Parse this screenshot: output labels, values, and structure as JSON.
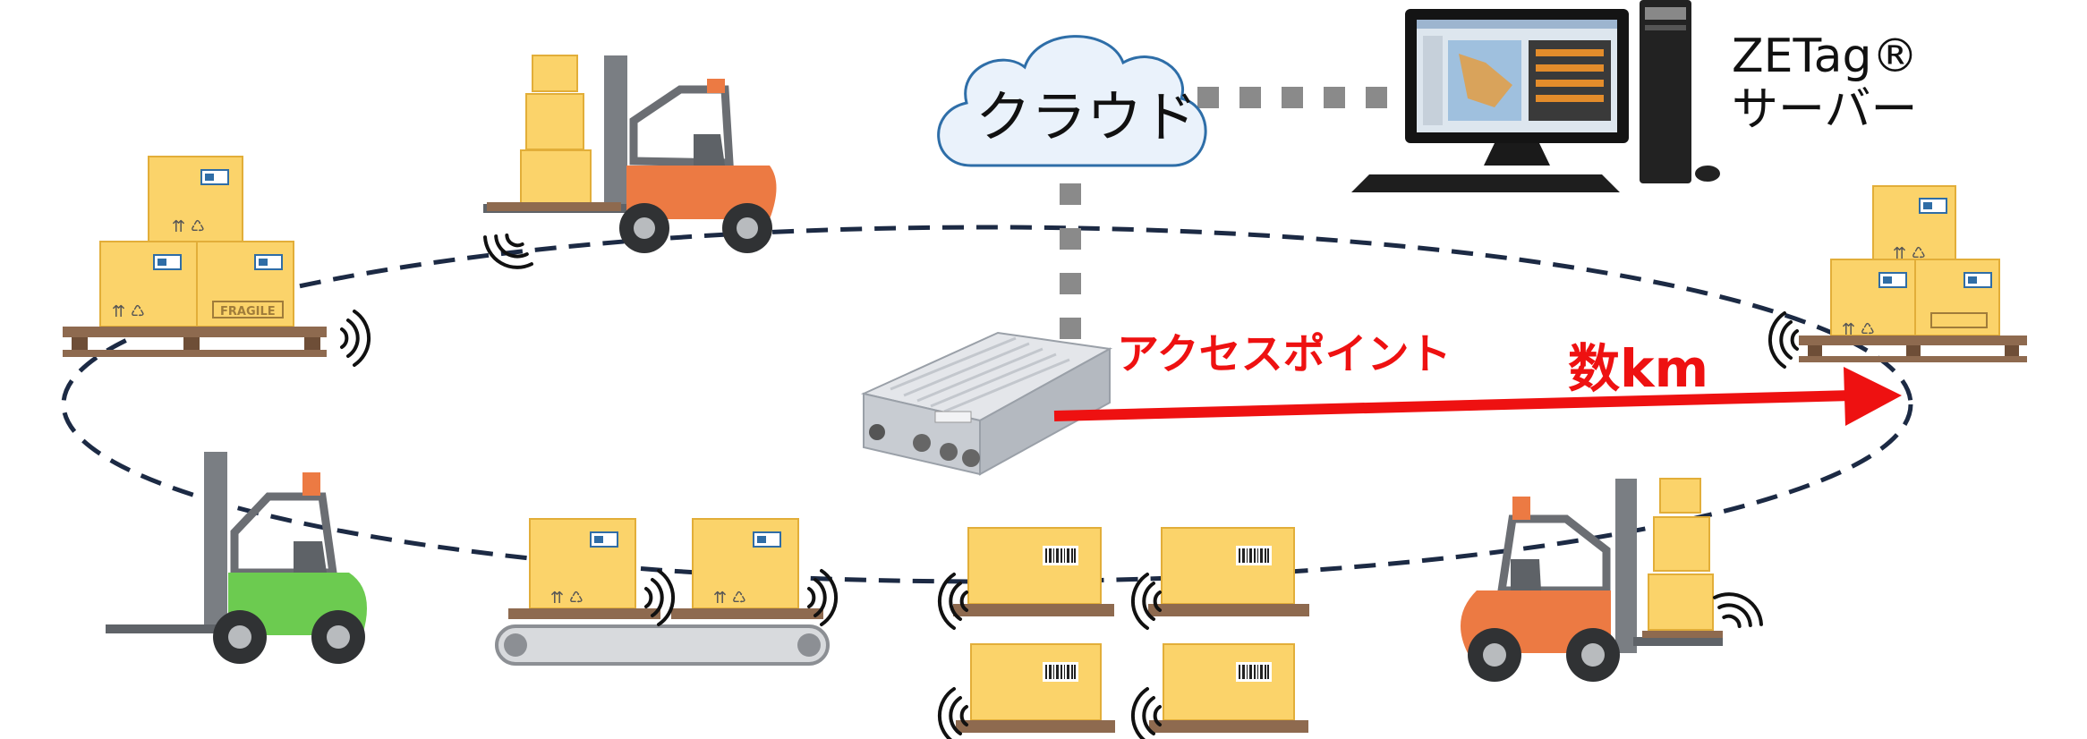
{
  "labels": {
    "cloud": "クラウド",
    "server_line1": "ZETag®",
    "server_line2": "サーバー",
    "access_point": "アクセスポイント",
    "range": "数km"
  },
  "box_print": {
    "fragile": "FRAGILE"
  },
  "colors": {
    "box": "#FBD36A",
    "box_edge": "#E2AE39",
    "pallet": "#8E6A4F",
    "forklift_orange": "#EC7A43",
    "forklift_green": "#6CCB50",
    "mast": "#7A7E83",
    "dashed_ellipse": "#1C2A44",
    "connector_gray": "#8A8A8A",
    "accent_red": "#EE1111",
    "monitor_frame": "#141414"
  },
  "icons": [
    "forklift-icon",
    "cargo-box-icon",
    "pallet-icon",
    "wireless-signal-icon",
    "cloud-icon",
    "computer-icon",
    "access-point-device-icon",
    "arrow-icon",
    "conveyor-icon"
  ]
}
